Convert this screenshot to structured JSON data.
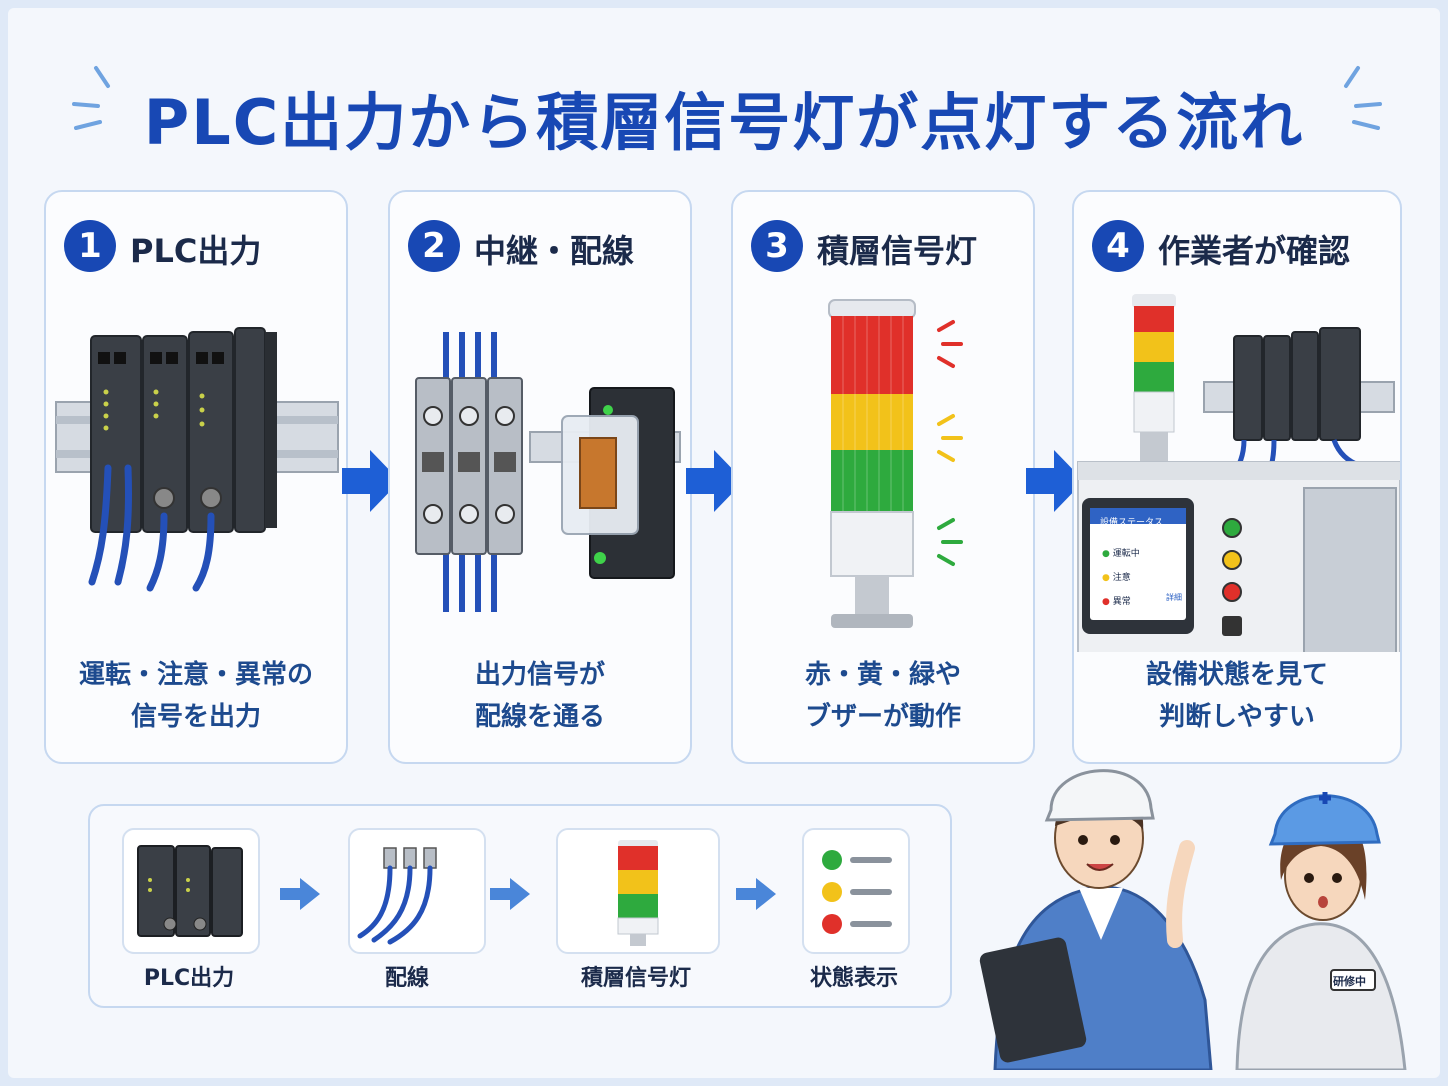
{
  "title": "PLC出力から積層信号灯が点灯する流れ",
  "steps": [
    {
      "number": "1",
      "title": "PLC出力",
      "desc_line1": "運転・注意・異常の",
      "desc_line2": "信号を出力"
    },
    {
      "number": "2",
      "title": "中継・配線",
      "desc_line1": "出力信号が",
      "desc_line2": "配線を通る"
    },
    {
      "number": "3",
      "title": "積層信号灯",
      "desc_line1": "赤・黄・緑や",
      "desc_line2": "ブザーが動作"
    },
    {
      "number": "4",
      "title": "作業者が確認",
      "desc_line1": "設備状態を見て",
      "desc_line2": "判断しやすい"
    }
  ],
  "panel": {
    "header": "設備ステータス",
    "items": [
      "運転中",
      "注意",
      "異常"
    ],
    "button": "詳細"
  },
  "summary": [
    "PLC出力",
    "配線",
    "積層信号灯",
    "状態表示"
  ],
  "badge": "研修中",
  "colors": {
    "accent": "#1848b4",
    "red": "#e0302a",
    "yellow": "#f2c21a",
    "green": "#2eaa3e",
    "cable": "#2450b8"
  },
  "icons": [
    "step-number-icon",
    "arrow-right-icon",
    "signal-tower-icon",
    "plc-module-icon",
    "relay-icon",
    "cable-icon",
    "status-list-icon"
  ]
}
